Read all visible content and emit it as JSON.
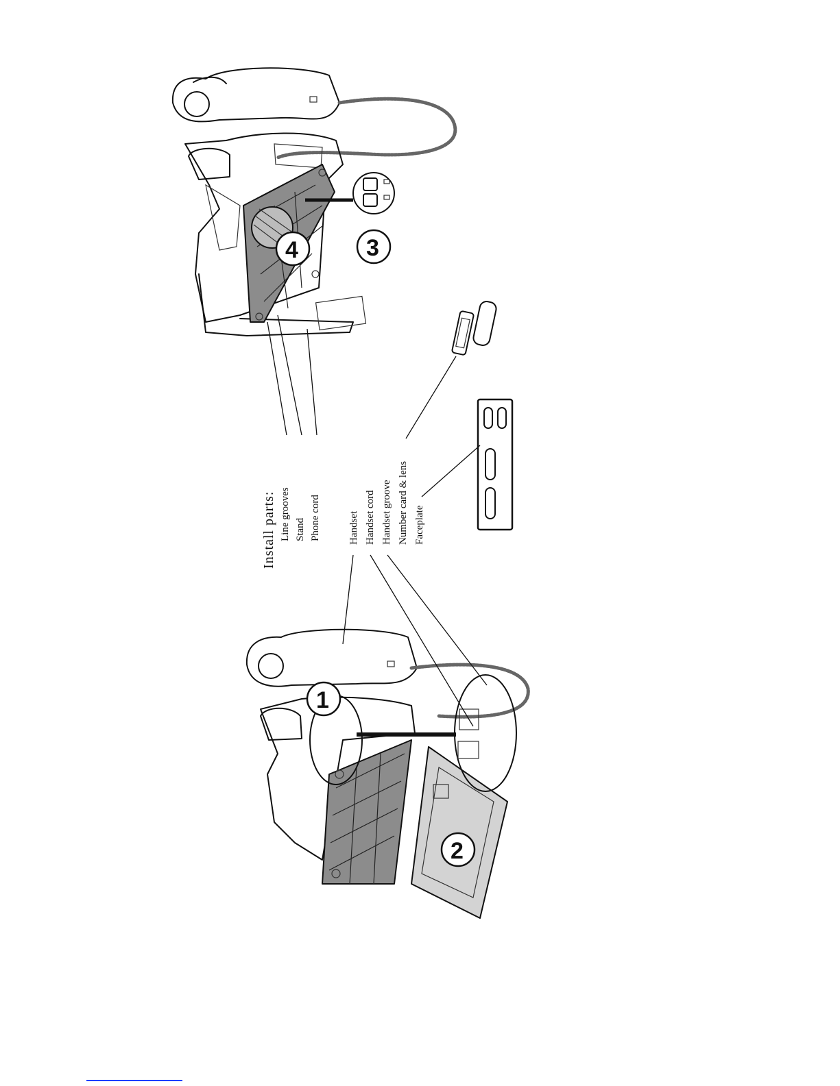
{
  "install": {
    "title": "Install  parts:",
    "parts": [
      "Line grooves",
      "Stand",
      "Phone cord"
    ]
  },
  "parts2": [
    "Handset",
    "Handset cord",
    "Handset groove",
    "Number card & lens",
    "Faceplate"
  ],
  "steps": [
    "1",
    "2",
    "3",
    "4"
  ],
  "icons": {
    "phone_top": "telephone-rear-view-icon",
    "phone_bottom": "telephone-rear-view-icon",
    "faceplate": "faceplate-icon",
    "number_card": "number-card-lens-icon",
    "jack": "line-jack-icon"
  }
}
